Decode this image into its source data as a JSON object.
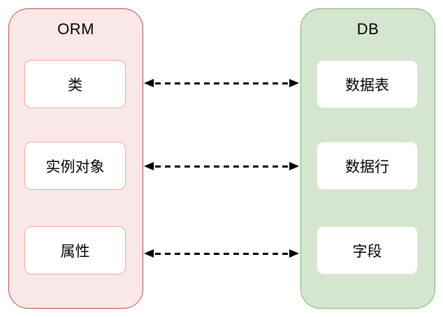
{
  "diagram": {
    "left_container": {
      "title": "ORM",
      "fill": "#f9e8e7",
      "border_color": "#b5524e",
      "node_border_color": "#f0a9a5"
    },
    "right_container": {
      "title": "DB",
      "fill": "#d5e6d0",
      "border_color": "#84af6b",
      "node_border_color": "#dfe9da"
    },
    "rows": [
      {
        "left": "类",
        "right": "数据表"
      },
      {
        "left": "实例对象",
        "right": "数据行"
      },
      {
        "left": "属性",
        "right": "字段"
      }
    ],
    "arrow": {
      "color": "#000000",
      "style": "dashed",
      "double_headed": true
    }
  }
}
